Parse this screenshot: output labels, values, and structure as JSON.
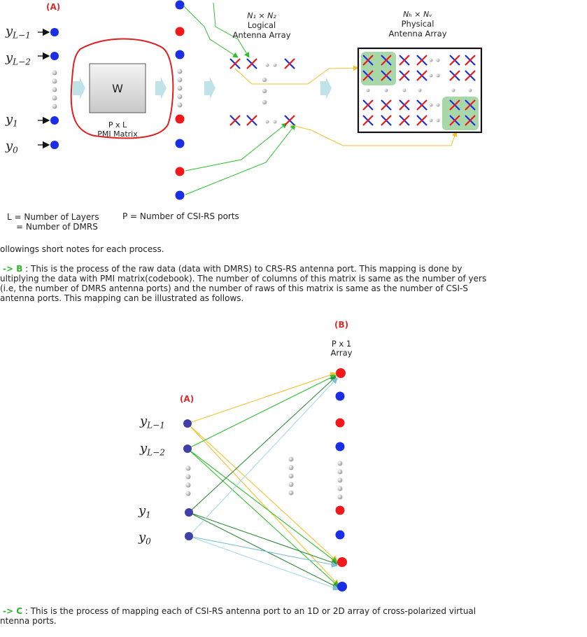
{
  "fig1": {
    "label_a": "(A)",
    "inputs": [
      {
        "base": "y",
        "sub": "L−1"
      },
      {
        "base": "y",
        "sub": "L−2"
      },
      {
        "base": "y",
        "sub": "1"
      },
      {
        "base": "y",
        "sub": "0"
      }
    ],
    "w_box": "W",
    "pmi_dims": "P x L",
    "pmi_label": "PMI Matrix",
    "logical_dims": "N₁ × N₂",
    "logical_line1": "Logical",
    "logical_line2": "Antenna Array",
    "physical_dims": "Nₕ × Nᵥ",
    "physical_line1": "Physical",
    "physical_line2": "Antenna Array",
    "legend_l": "L = Number of Layers",
    "legend_l2": "= Number of DMRS",
    "legend_p": "P = Number of CSI-RS ports"
  },
  "text": {
    "intro": "ollowings short notes for each process.",
    "ab_arrow": "-> B",
    "ab_body": " : This is the process of the raw data (data with DMRS) to CRS-RS antenna port. This mapping is done by ultiplying the data with PMI matrix(codebook). The number of columns of this matrix is same as the number of yers (i.e, the number of DMRS antenna ports) and the number of raws of this matrix is same as the number of CSI-S antenna ports.  This mapping can be illustrated as follows.",
    "bc_arrow": "-> C",
    "bc_body": " : This is the process of mapping each of CSI-RS antenna port to an 1D or 2D array of cross-polarized virtual ntenna ports."
  },
  "fig2": {
    "label_b": "(B)",
    "array_line1": "P x 1",
    "array_line2": "Array",
    "label_a": "(A)",
    "inputs": [
      {
        "base": "y",
        "sub": "L−1"
      },
      {
        "base": "y",
        "sub": "L−2"
      },
      {
        "base": "y",
        "sub": "1"
      },
      {
        "base": "y",
        "sub": "0"
      }
    ]
  },
  "colors": {
    "blue": "#1a2ee6",
    "red": "#f01818",
    "input_dot": "#4040a8",
    "green": "#2fbf2f",
    "yellow": "#f2c230",
    "light_blue": "#8fd0e0",
    "dark_green": "#2e8b3a",
    "highlight": "#a8d8a8",
    "red_circle": "#e02020"
  }
}
